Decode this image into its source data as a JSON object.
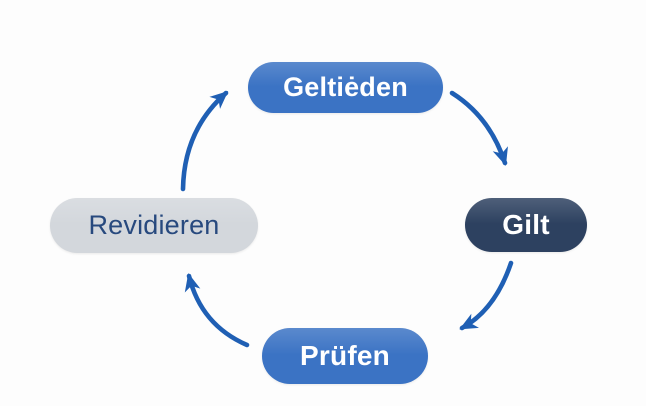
{
  "page": {
    "background": "#fdfdfd"
  },
  "diagram": {
    "type": "cycle",
    "direction": "clockwise",
    "arrow_color": "#1f5fb4",
    "nodes": [
      {
        "id": "geltieden",
        "label": "Geltiėden",
        "position": "top",
        "fill": "#3b73c4",
        "text_color": "#ffffff",
        "emphasis": "bold"
      },
      {
        "id": "gilt",
        "label": "Gilt",
        "position": "right",
        "fill": "#2d4160",
        "text_color": "#ffffff",
        "emphasis": "bold"
      },
      {
        "id": "pruefen",
        "label": "Prüfen",
        "position": "bottom",
        "fill": "#3b73c4",
        "text_color": "#ffffff",
        "emphasis": "bold"
      },
      {
        "id": "revidieren",
        "label": "Revidieren",
        "position": "left",
        "fill": "#d3d7dc",
        "text_color": "#27497e",
        "emphasis": "regular"
      }
    ],
    "edges": [
      {
        "from": "revidieren",
        "to": "geltieden"
      },
      {
        "from": "geltieden",
        "to": "gilt"
      },
      {
        "from": "gilt",
        "to": "pruefen"
      },
      {
        "from": "pruefen",
        "to": "revidieren"
      }
    ]
  }
}
